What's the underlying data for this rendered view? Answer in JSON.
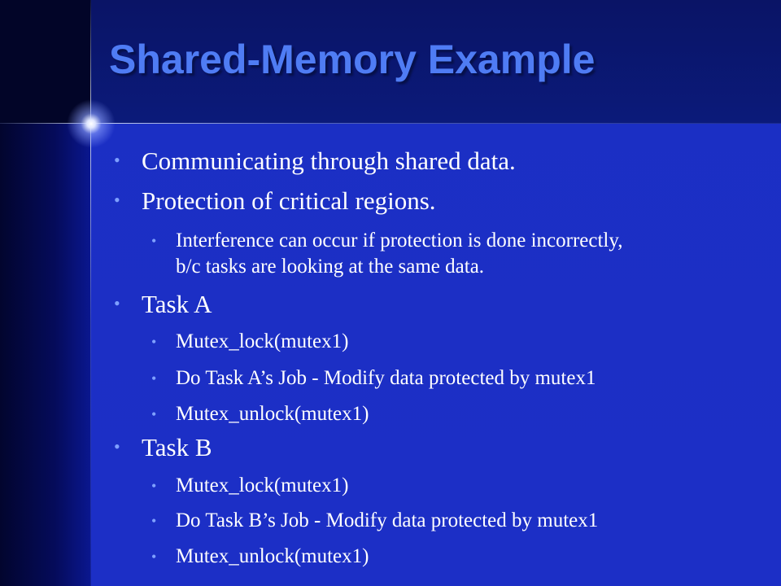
{
  "slide": {
    "title": "Shared-Memory Example",
    "bullets": [
      {
        "text": "Communicating through shared data."
      },
      {
        "text": "Protection of critical regions."
      },
      {
        "text": "Interference can occur if protection is done incorrectly,",
        "text2": "b/c tasks are looking at the same data."
      },
      {
        "text": "Task A"
      },
      {
        "text": "Mutex_lock(mutex1)"
      },
      {
        "text": "Do Task A’s Job - Modify data protected by mutex1"
      },
      {
        "text": "Mutex_unlock(mutex1)"
      },
      {
        "text": "Task B"
      },
      {
        "text": "Mutex_lock(mutex1)"
      },
      {
        "text": "Do Task B’s Job - Modify data protected by mutex1"
      },
      {
        "text": "Mutex_unlock(mutex1)"
      }
    ],
    "bullet_glyph": "•",
    "colors": {
      "background": "#1c2fc6",
      "title": "#4f7cf4",
      "text": "#ffffff",
      "bullet": "#7fa0ff"
    }
  }
}
